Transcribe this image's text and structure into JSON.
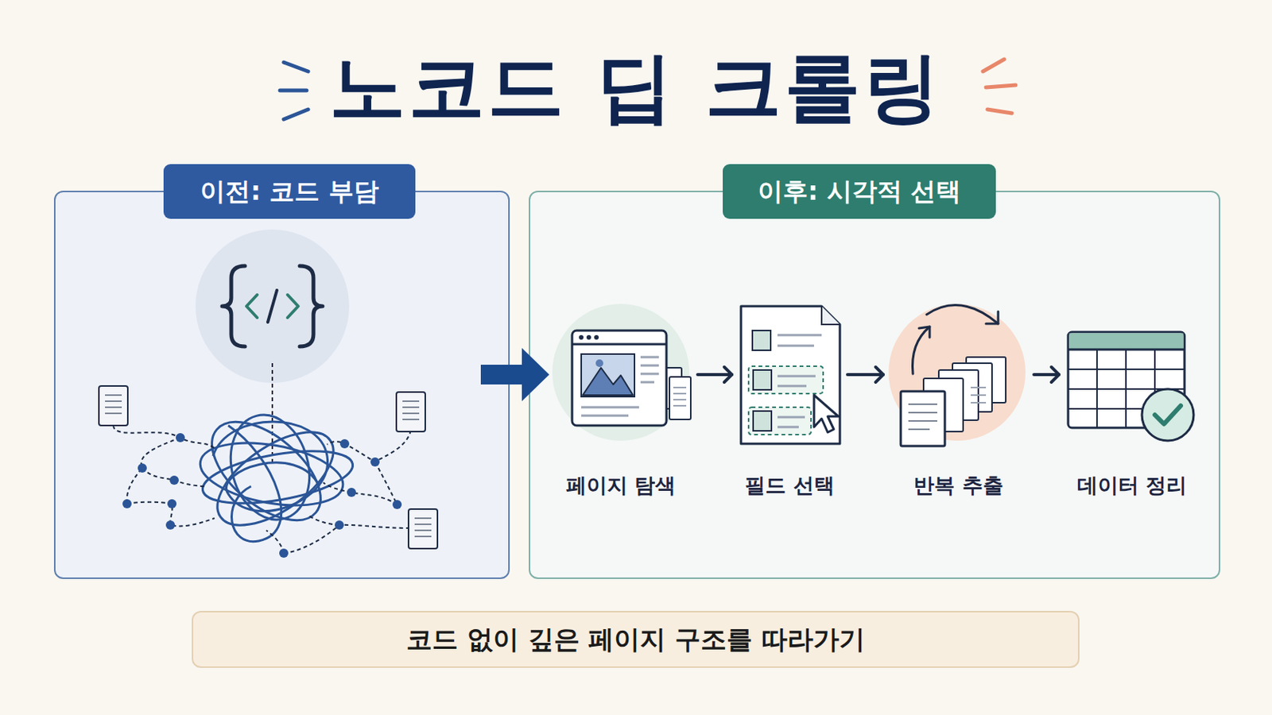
{
  "diagram": {
    "title": "노코드 딥 크롤링",
    "caption": "코드 없이 깊은 페이지 구조를 따라가기",
    "nodes": [
      {
        "text": [
          "이전: 코드 부담"
        ]
      },
      {
        "text": [
          "이후: 시각적 선택"
        ]
      },
      {
        "text": [
          "페이지 탐색"
        ],
        "in": 1
      },
      {
        "text": [
          "필드 선택"
        ],
        "in": 1
      },
      {
        "text": [
          "반복 추출"
        ],
        "in": 1
      },
      {
        "text": [
          "데이터 정리"
        ],
        "in": 1
      }
    ],
    "edges": [
      {
        "from": 0,
        "to": 1,
        "arrow": "to"
      },
      {
        "from": 2,
        "to": 3,
        "arrow": "to"
      },
      {
        "from": 3,
        "to": 4,
        "arrow": "to"
      },
      {
        "from": 4,
        "to": 5,
        "arrow": "to"
      }
    ]
  }
}
